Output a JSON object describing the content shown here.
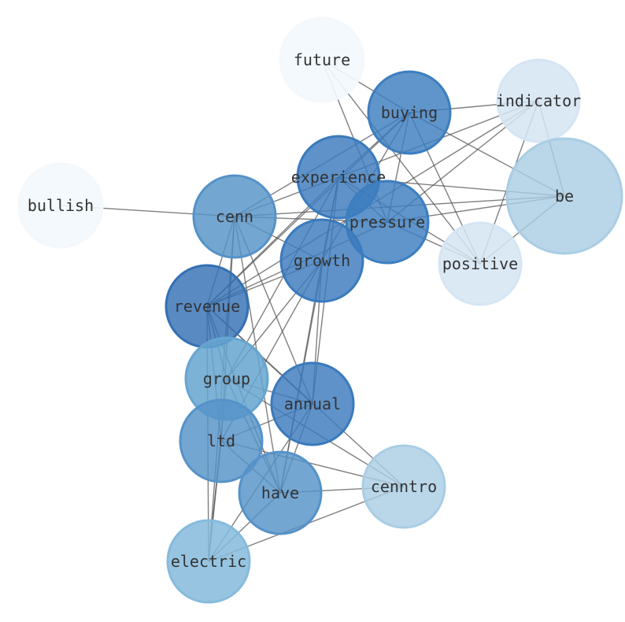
{
  "nodes": [
    {
      "id": "future",
      "label": "future",
      "color": "#f3f8fd"
    },
    {
      "id": "buying",
      "label": "buying",
      "color": "#3c7ebf"
    },
    {
      "id": "indicator",
      "label": "indicator",
      "color": "#d5e5f3"
    },
    {
      "id": "be",
      "label": "be",
      "color": "#a9cde4"
    },
    {
      "id": "bullish",
      "label": "bullish",
      "color": "#f3f8fd"
    },
    {
      "id": "experience",
      "label": "experience",
      "color": "#3a7abd"
    },
    {
      "id": "cenn",
      "label": "cenn",
      "color": "#5592c8"
    },
    {
      "id": "pressure",
      "label": "pressure",
      "color": "#3c7ebf"
    },
    {
      "id": "positive",
      "label": "positive",
      "color": "#d5e5f3"
    },
    {
      "id": "growth",
      "label": "growth",
      "color": "#3a7abd"
    },
    {
      "id": "revenue",
      "label": "revenue",
      "color": "#3470b4"
    },
    {
      "id": "group",
      "label": "group",
      "color": "#66a5d0"
    },
    {
      "id": "annual",
      "label": "annual",
      "color": "#3a7abd"
    },
    {
      "id": "ltd",
      "label": "ltd",
      "color": "#5592c8"
    },
    {
      "id": "cenntro",
      "label": "cenntro",
      "color": "#a9cde4"
    },
    {
      "id": "have",
      "label": "have",
      "color": "#5592c8"
    },
    {
      "id": "electric",
      "label": "electric",
      "color": "#85bbdc"
    }
  ],
  "edges": [
    [
      "future",
      "buying"
    ],
    [
      "future",
      "positive"
    ],
    [
      "future",
      "pressure"
    ],
    [
      "buying",
      "indicator"
    ],
    [
      "buying",
      "be"
    ],
    [
      "buying",
      "cenn"
    ],
    [
      "buying",
      "experience"
    ],
    [
      "buying",
      "pressure"
    ],
    [
      "buying",
      "positive"
    ],
    [
      "buying",
      "growth"
    ],
    [
      "buying",
      "revenue"
    ],
    [
      "indicator",
      "be"
    ],
    [
      "indicator",
      "experience"
    ],
    [
      "indicator",
      "pressure"
    ],
    [
      "indicator",
      "positive"
    ],
    [
      "indicator",
      "revenue"
    ],
    [
      "be",
      "experience"
    ],
    [
      "be",
      "cenn"
    ],
    [
      "be",
      "positive"
    ],
    [
      "be",
      "pressure"
    ],
    [
      "bullish",
      "cenn"
    ],
    [
      "experience",
      "cenn"
    ],
    [
      "experience",
      "pressure"
    ],
    [
      "experience",
      "positive"
    ],
    [
      "experience",
      "growth"
    ],
    [
      "experience",
      "revenue"
    ],
    [
      "experience",
      "annual"
    ],
    [
      "experience",
      "have"
    ],
    [
      "experience",
      "group"
    ],
    [
      "cenn",
      "pressure"
    ],
    [
      "cenn",
      "revenue"
    ],
    [
      "cenn",
      "growth"
    ],
    [
      "cenn",
      "annual"
    ],
    [
      "cenn",
      "have"
    ],
    [
      "cenn",
      "electric"
    ],
    [
      "cenn",
      "ltd"
    ],
    [
      "pressure",
      "revenue"
    ],
    [
      "pressure",
      "positive"
    ],
    [
      "growth",
      "revenue"
    ],
    [
      "growth",
      "group"
    ],
    [
      "growth",
      "annual"
    ],
    [
      "growth",
      "ltd"
    ],
    [
      "growth",
      "have"
    ],
    [
      "revenue",
      "group"
    ],
    [
      "revenue",
      "ltd"
    ],
    [
      "revenue",
      "annual"
    ],
    [
      "revenue",
      "have"
    ],
    [
      "revenue",
      "cenntro"
    ],
    [
      "revenue",
      "electric"
    ],
    [
      "group",
      "annual"
    ],
    [
      "group",
      "have"
    ],
    [
      "group",
      "cenntro"
    ],
    [
      "group",
      "electric"
    ],
    [
      "annual",
      "ltd"
    ],
    [
      "annual",
      "have"
    ],
    [
      "annual",
      "electric"
    ],
    [
      "ltd",
      "have"
    ],
    [
      "ltd",
      "cenntro"
    ],
    [
      "ltd",
      "electric"
    ],
    [
      "have",
      "cenntro"
    ],
    [
      "have",
      "electric"
    ],
    [
      "cenntro",
      "electric"
    ]
  ]
}
